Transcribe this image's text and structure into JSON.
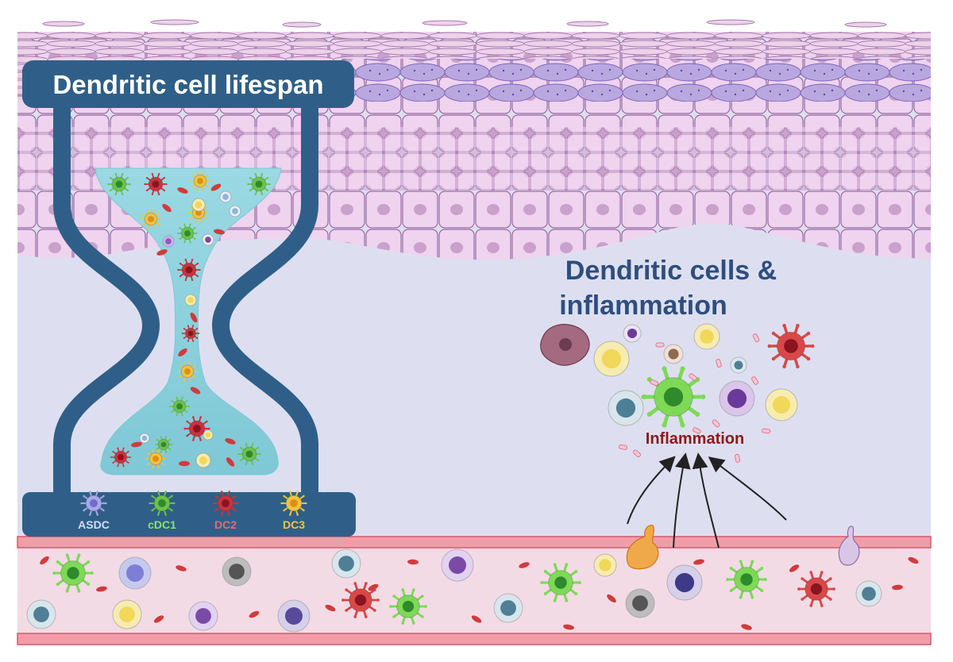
{
  "hourglass": {
    "title": "Dendritic cell lifespan",
    "legend": [
      {
        "label": "ASDC",
        "color": "#d9dcf5",
        "cell": "#a9a8e8"
      },
      {
        "label": "cDC1",
        "color": "#8fe06a",
        "cell": "#6cc24a"
      },
      {
        "label": "DC2",
        "color": "#e36b6b",
        "cell": "#c8343e"
      },
      {
        "label": "DC3",
        "color": "#f2c542",
        "cell": "#f0c43c"
      }
    ]
  },
  "inflammation_panel": {
    "heading_line1": "Dendritic cells  &",
    "heading_line2": "inflammation",
    "center_label": "Inflammation"
  },
  "colors": {
    "background": "#dddff0",
    "frame": "#2f5f88",
    "sand": "#8fd3e0",
    "keratinocyte": "#efd3ef",
    "nucleus": "#c9a1cb",
    "cell_border": "#9a6aa3",
    "stratum_corneum": "#b9a8e0",
    "vessel": "#f3dbe6",
    "vessel_wall": "#d9576a",
    "heading": "#2e4e7e",
    "inflammation_text": "#8b1a1a"
  }
}
